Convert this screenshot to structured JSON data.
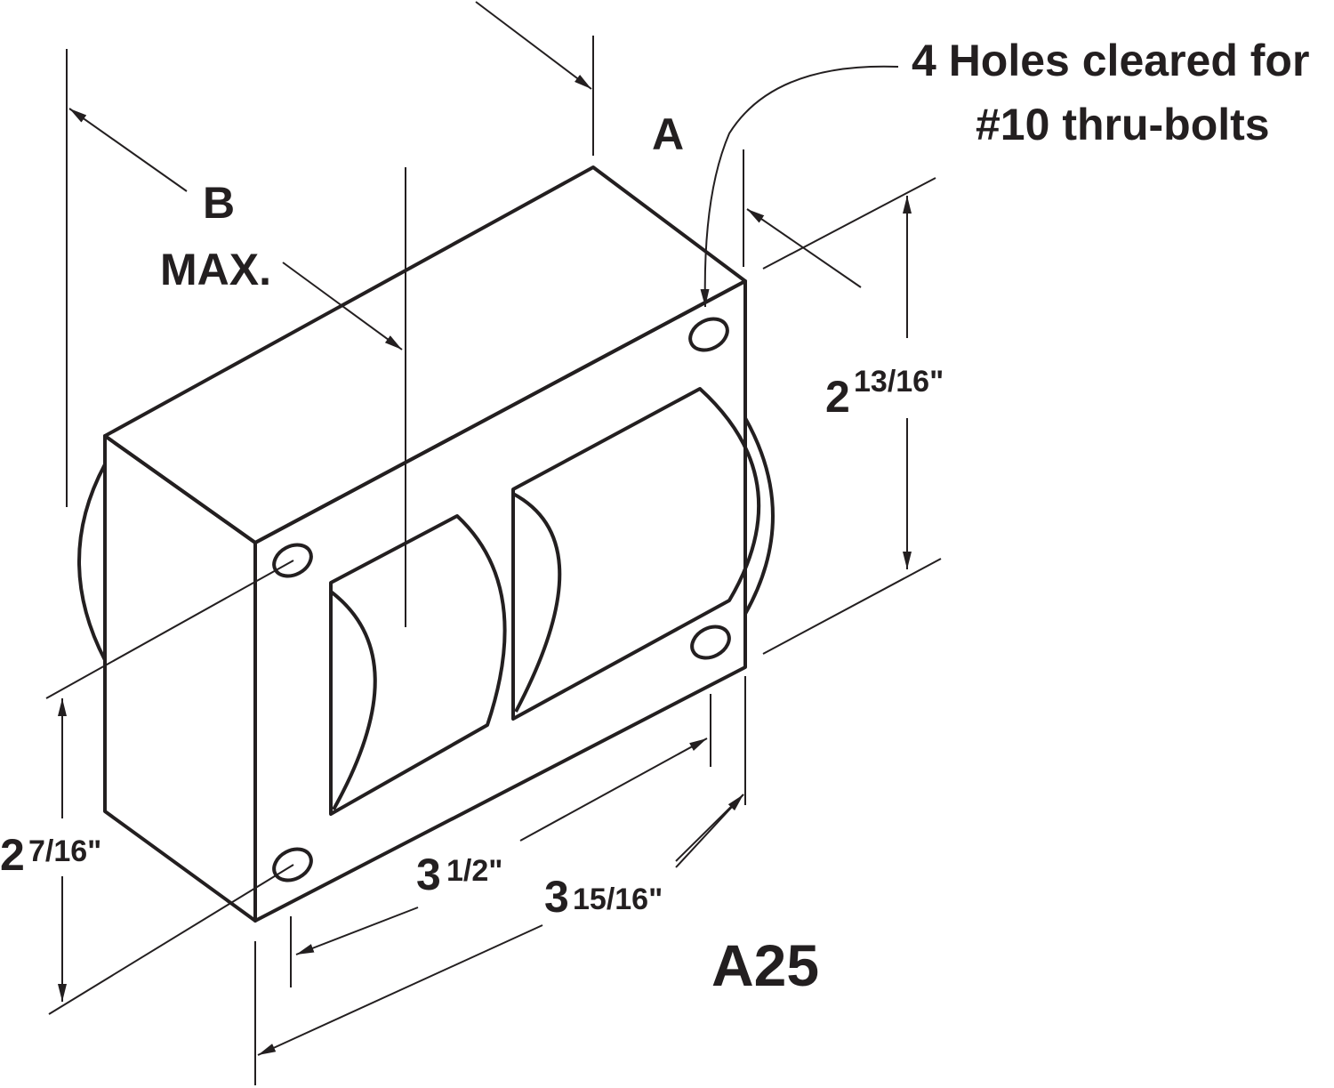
{
  "note": {
    "line1": "4 Holes cleared for",
    "line2": "#10 thru-bolts"
  },
  "dims": {
    "a": "A",
    "b": "B",
    "b_max": "MAX.",
    "height_right": {
      "whole": "2",
      "frac": "13/16\""
    },
    "height_left": {
      "whole": "2",
      "frac": "7/16\""
    },
    "hole_spacing": {
      "whole": "3",
      "frac": "1/2\""
    },
    "length": {
      "whole": "3",
      "frac": "15/16\""
    }
  },
  "model": "A25",
  "colors": {
    "line": "#231f20",
    "background": "#ffffff"
  }
}
